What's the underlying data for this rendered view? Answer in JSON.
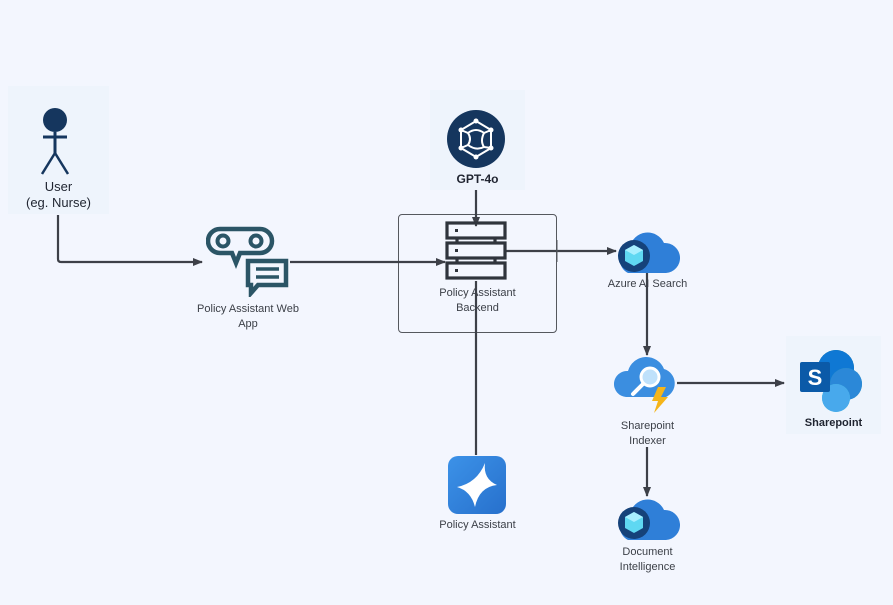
{
  "diagram": {
    "title": "Policy Assistant Architecture",
    "nodes": {
      "user": {
        "label_line1": "User",
        "label_line2": "(eg. Nurse)",
        "icon": "user-stick-figure-icon"
      },
      "web_app": {
        "label_line1": "Policy Assistant Web",
        "label_line2": "App",
        "icon": "chat-bot-icon"
      },
      "gpt": {
        "label": "GPT-4o",
        "icon": "openai-model-icon"
      },
      "backend": {
        "label_line1": "Policy Assistant",
        "label_line2": "Backend",
        "icon": "server-rack-icon"
      },
      "ai_search": {
        "label": "Azure AI Search",
        "icon": "azure-cognitive-search-icon"
      },
      "indexer": {
        "label_line1": "Sharepoint",
        "label_line2": "Indexer",
        "icon": "search-cloud-lightning-icon"
      },
      "sharepoint": {
        "label": "Sharepoint",
        "icon": "sharepoint-logo-icon"
      },
      "assistant": {
        "label": "Policy Assistant",
        "icon": "sparkle-icon"
      },
      "doc_intel": {
        "label_line1": "Document",
        "label_line2": "Intelligence",
        "icon": "azure-cloud-cube-icon"
      }
    },
    "edges": [
      {
        "from": "user",
        "to": "web_app"
      },
      {
        "from": "web_app",
        "to": "backend"
      },
      {
        "from": "gpt",
        "to": "backend"
      },
      {
        "from": "backend",
        "to": "ai_search"
      },
      {
        "from": "backend",
        "to": "assistant"
      },
      {
        "from": "ai_search",
        "to": "indexer"
      },
      {
        "from": "indexer",
        "to": "sharepoint"
      },
      {
        "from": "indexer",
        "to": "doc_intel"
      }
    ],
    "colors": {
      "background": "#f3f6fe",
      "connector": "#3d4048",
      "navy": "#15365e",
      "teal": "#2b5566",
      "azure_blue": "#2f7fd8",
      "lightning": "#f5b51a"
    }
  }
}
